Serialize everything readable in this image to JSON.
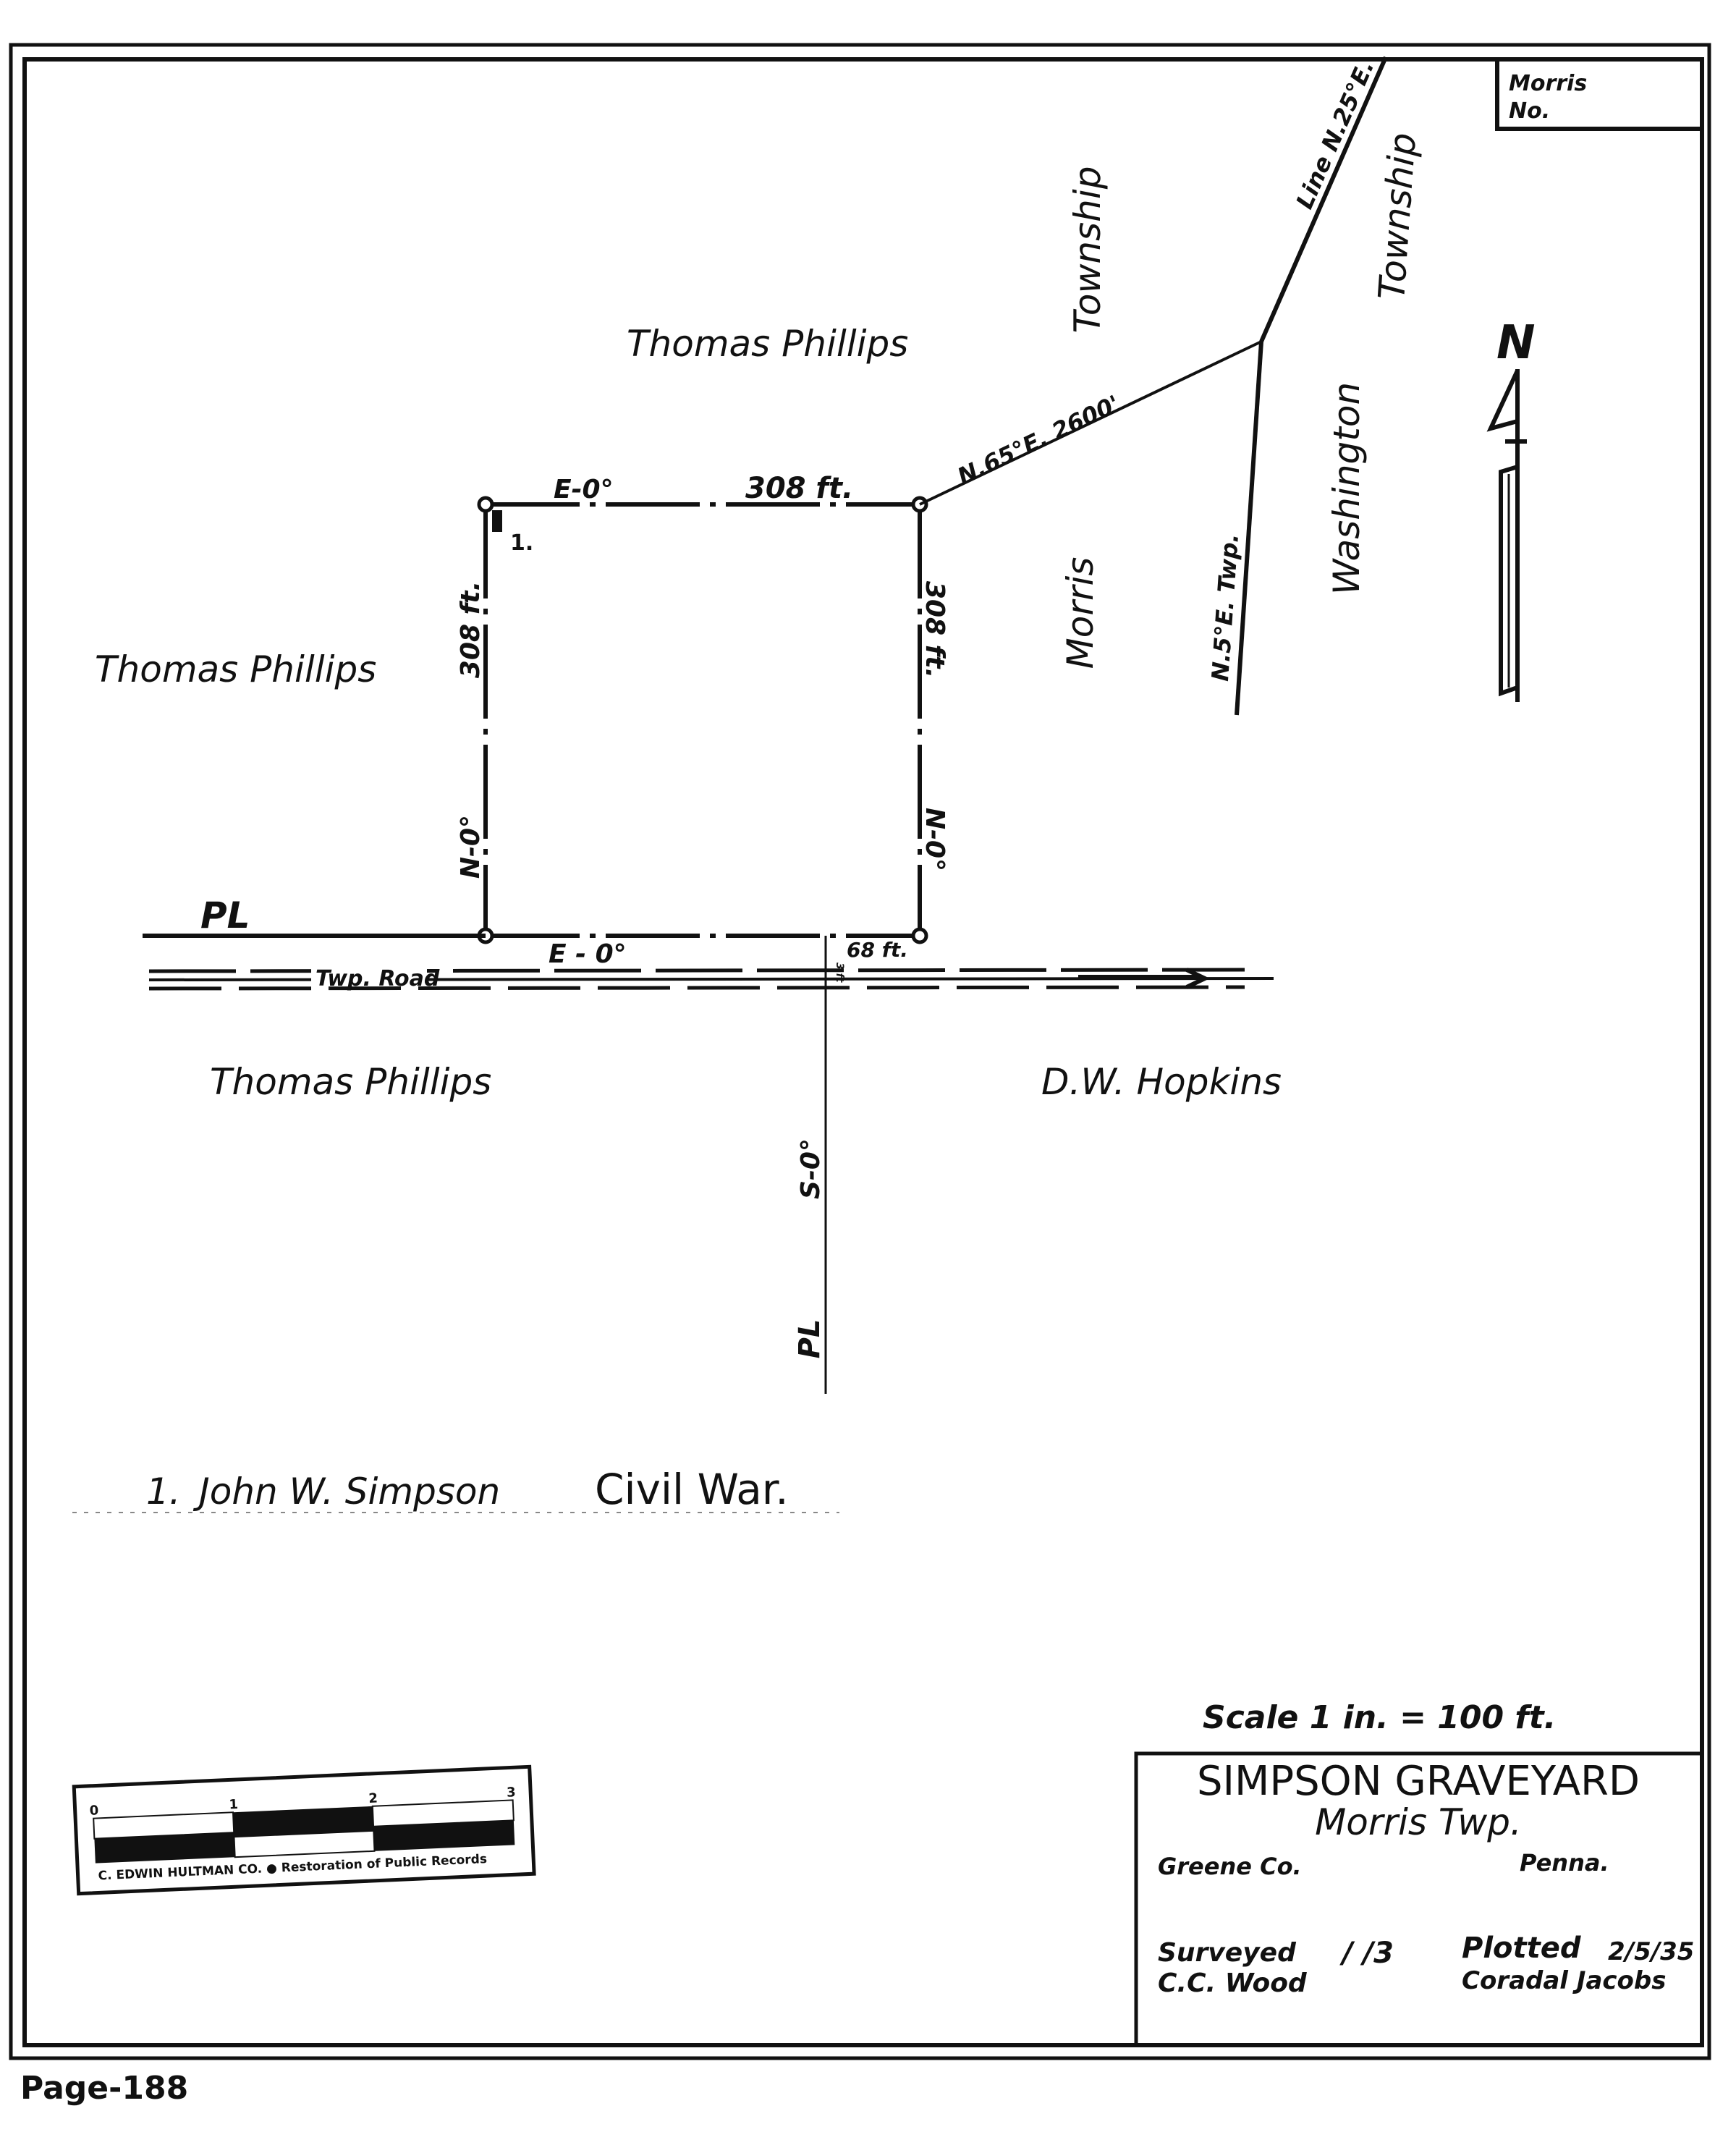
{
  "header_box": {
    "line1": "Morris",
    "line2": "No."
  },
  "owners": {
    "north": "Thomas Phillips",
    "west": "Thomas Phillips",
    "southwest": "Thomas Phillips",
    "southeast": "D.W. Hopkins"
  },
  "townships": {
    "morris_township_word": "Township",
    "morris": "Morris",
    "washington": "Washington",
    "washington_township_word": "Township"
  },
  "bearings": {
    "top_bearing": "E-0°",
    "top_length": "308 ft.",
    "left_length": "308 ft.",
    "left_bearing": "N-0°",
    "right_length": "308 ft.",
    "right_bearing": "N-0°",
    "bottom_bearing": "E - 0°",
    "offset_length": "68 ft.",
    "offset_small": "3 ft",
    "south_bearing": "S-0°",
    "south_pl": "PL",
    "west_pl": "PL",
    "tie_line": "N.65°E. 2600'",
    "twp_line_upper": "Line N.25°E.",
    "twp_line_lower": "N.5°E. Twp.",
    "road": "Twp. Road",
    "grave_marker": "1."
  },
  "north_arrow": {
    "label": "N"
  },
  "note": {
    "number": "1.",
    "name": "John W. Simpson",
    "war": "Civil War."
  },
  "scale": "Scale  1 in. = 100 ft.",
  "title_block": {
    "title": "SIMPSON GRAVEYARD",
    "subtitle": "Morris Twp.",
    "county": "Greene Co.",
    "state": "Penna.",
    "surveyed_label": "Surveyed",
    "surveyor": "C.C. Wood",
    "survey_mark": "/ /3",
    "plotted_label": "Plotted",
    "plotted_date": "2/5/35",
    "plotter": "Coradal Jacobs"
  },
  "ruler": {
    "ticks": [
      "0",
      "1",
      "2",
      "3"
    ],
    "caption": "C. EDWIN HULTMAN CO. ● Restoration of Public Records"
  },
  "page_label": "Page-188"
}
